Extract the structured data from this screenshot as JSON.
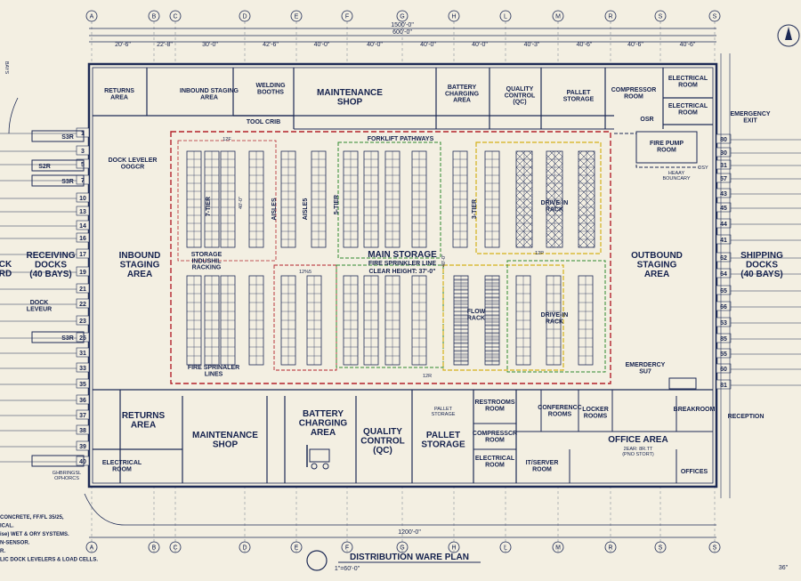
{
  "plan_title": "DISTRIBUTION WARE PLAN",
  "scale": "1\"=60'-0\"",
  "overall_dim_top": "1500'-0\"",
  "overall_dim_top2": "600'-0\"",
  "overall_dim_bottom": "1200'-0\"",
  "corner_scale": "36\"",
  "grid_columns": [
    "A",
    "B",
    "C",
    "D",
    "E",
    "F",
    "G",
    "H",
    "L",
    "M",
    "R",
    "S",
    "S"
  ],
  "column_dims": [
    "20'-6\"",
    "22'-8\"",
    "30'-0\"",
    "42'-6\"",
    "40'-0\"",
    "40'-0\"",
    "40'-0\"",
    "40'-0\"",
    "40'-3\"",
    "40'-6\"",
    "40'-6\"",
    "40'-6\""
  ],
  "top_rooms": {
    "returns": "RETURNS\nAREA",
    "inbound_staging": "INBOUND STAGING\nAREA",
    "welding": "WELDING\nBOOTHS",
    "tool_crib": "TOOL CRIB",
    "maintenance": "MAINTENANCE\nSHOP",
    "battery": "BATTERY\nCHARGING\nAREA",
    "quality": "QUALITY\nCONTROL\n(QC)",
    "pallet": "PALLET\nSTORAGE",
    "compressor": "COMPRESSOR\nROOM",
    "electrical1": "ELECTRICAL\nROOM",
    "electrical2": "ELECTRICAL\nROOM",
    "emergency_exit": "EMERGENCY\nEXIT",
    "fire_pump": "FIRE PUMP\nROOM",
    "osr": "OSR",
    "heavy_boundary": "HEAAY\nBOUNCARY",
    "dsy": "DSY"
  },
  "storage": {
    "forklift_pathways": "FORKLIFT PATHWAYS",
    "main_storage": "MAIN STORAGE",
    "fire_sprinkler": "FIRE SPRINKLER LINE",
    "clear_height": "CLEAR HEIGHT: 37'-0\"",
    "tier7": "7-TIER",
    "tier5": "5-TIER",
    "tier3": "3-TIER",
    "aisles": "AISLES",
    "aisle2": "AISLE5",
    "drive_in1": "DRIVE-IN\nRACK",
    "drive_in2": "DRIVE-IN\nRACK",
    "flow_rack": "FLOW\nRACK",
    "storage_racking": "STORAGE\nINDUSHIL\nRACKING",
    "fire_sprinkler_lines": "FIRE SPRINALER\nLINES",
    "code_12f": "12F",
    "code_12p": "12P",
    "code_12r": "12R",
    "code_12s": "12%5",
    "aisle_dim": "40'-0\"",
    "aisle_dim2": "40'-0\""
  },
  "left_side": {
    "receiving": "RECEIVING\nDOCKS\n(40 BAYS)",
    "inbound": "INBOUND\nSTAGING\nAREA",
    "dock_leveler": "DOCK LEVELER\nOOGCR",
    "dock_leveur": "DOCK\nLEVEUR",
    "ck_rd": "CK\nRD",
    "bays_top": "BAYS",
    "truck_labels": [
      "S3R",
      "S2R",
      "S3R",
      "S3R"
    ],
    "dock_numbers": [
      "1",
      "3",
      "5",
      "7",
      "10",
      "13",
      "14",
      "16",
      "17",
      "19",
      "21",
      "22",
      "23",
      "25",
      "31",
      "33",
      "35",
      "36",
      "37",
      "38",
      "39",
      "40"
    ]
  },
  "right_side": {
    "shipping": "SHIPPING\nDOCKS\n(40 BAYS)",
    "outbound": "OUTBOUND\nSTAGING\nAREA",
    "dock_numbers": [
      "80",
      "30",
      "31",
      "57",
      "43",
      "45",
      "44",
      "41",
      "62",
      "64",
      "65",
      "66",
      "53",
      "85",
      "55",
      "60",
      "81"
    ]
  },
  "bottom_rooms": {
    "returns": "RETURNS\nAREA",
    "electrical": "ELECTRICAL\nROOM",
    "maintenance": "MAINTENANCE\nSHOP",
    "battery": "BATTERY\nCHARGING\nAREA",
    "quality": "QUALITY\nCONTROL\n(QC)",
    "pallet_small": "PALLET\nSTORAGE",
    "pallet": "PALLET\nSTORAGE",
    "restrooms": "RESTROOMS\nROOM",
    "compressor": "COMPRESSCR\nROOM",
    "electrical2": "ELECTRICAL\nROOM",
    "conference": "CONFERENCC\nROOMS",
    "locker": "LOCKER\nROOMS",
    "it": "IT/SERVER\nROOM",
    "office": "OFFICE AREA",
    "office_sub": "2EAR: 8R.TT\n(PNO STORT)",
    "breakroom": "BREAKROOM",
    "reception": "RECEPTION",
    "offices": "OFFICES",
    "emergency": "EMERDERCY\nSU7",
    "ghbrincs": "GHBRINGSL\nOPHORCS"
  },
  "notes": [
    "CONCRETE, FF/FL 35/25,",
    "ICAL.",
    "ise) WET & ORY SYSTEMS.",
    "N-SENSOR.",
    "R.",
    "LIC DOCK LEVELERS & LOAD CELLS."
  ]
}
